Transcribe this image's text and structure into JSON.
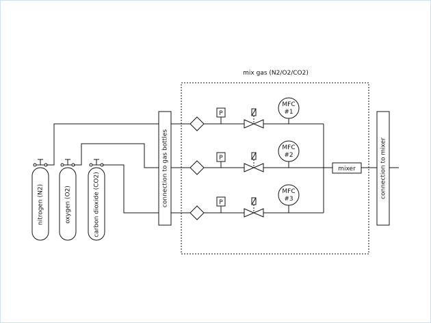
{
  "title": "mix gas (N2/O2/CO2)",
  "bottles": [
    {
      "label": "nitrogen (N2)"
    },
    {
      "label": "oxygen (O2)"
    },
    {
      "label": "carbon dioxide (CO2)"
    }
  ],
  "connection_bottles_label": "connection to gas bottles",
  "connection_mixer_label": "connection to mixer",
  "mixer_label": "mixer",
  "pressure_label": "P",
  "mfc": [
    {
      "line1": "MFC",
      "line2": "#1"
    },
    {
      "line1": "MFC",
      "line2": "#2"
    },
    {
      "line1": "MFC",
      "line2": "#3"
    }
  ]
}
